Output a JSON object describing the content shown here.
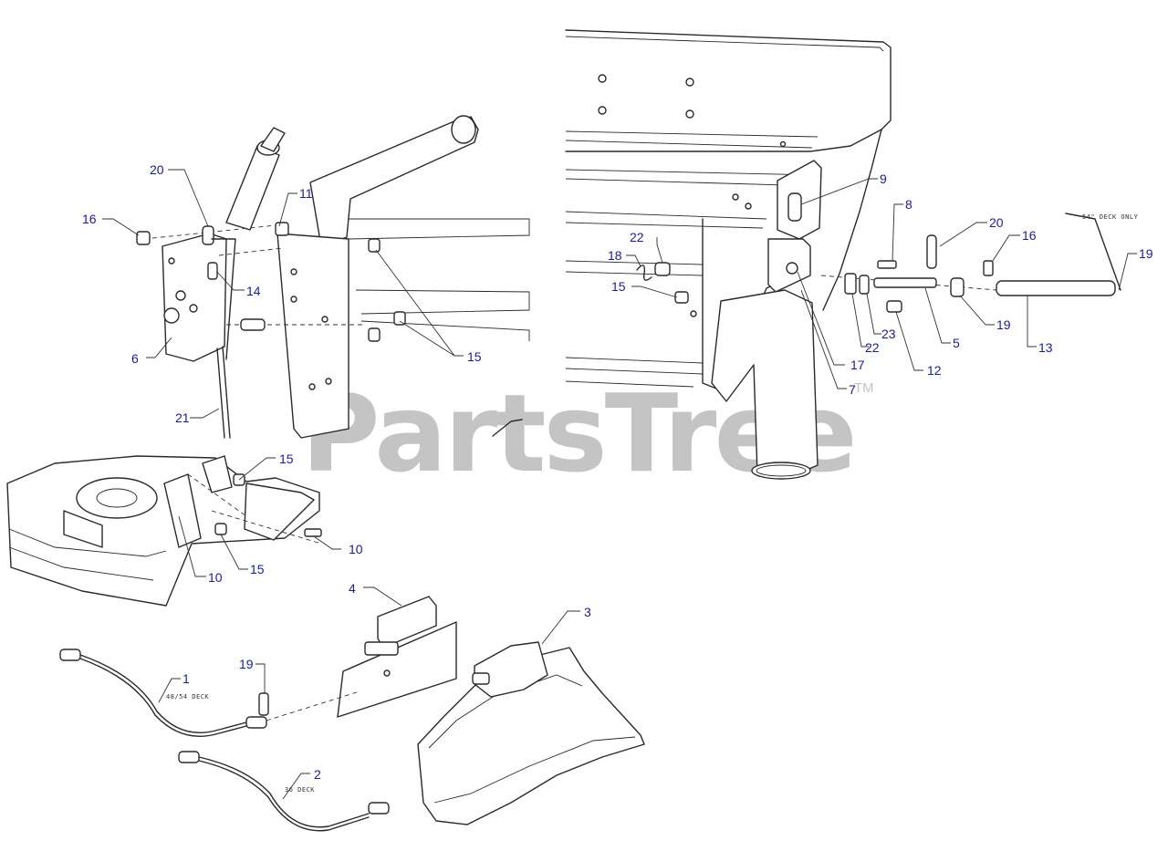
{
  "watermark": {
    "text": "PartsTree",
    "trademark": "TM"
  },
  "notes": {
    "deck_48_54": "48/54 DECK",
    "deck_36": "36 DECK",
    "deck_only": "54\" DECK ONLY"
  },
  "callouts": [
    {
      "id": "20a",
      "label": "20"
    },
    {
      "id": "11",
      "label": "11"
    },
    {
      "id": "16a",
      "label": "16"
    },
    {
      "id": "14",
      "label": "14"
    },
    {
      "id": "6",
      "label": "6"
    },
    {
      "id": "15a",
      "label": "15"
    },
    {
      "id": "21",
      "label": "21"
    },
    {
      "id": "15b",
      "label": "15"
    },
    {
      "id": "10a",
      "label": "10"
    },
    {
      "id": "10b",
      "label": "10"
    },
    {
      "id": "15c",
      "label": "15"
    },
    {
      "id": "4",
      "label": "4"
    },
    {
      "id": "3",
      "label": "3"
    },
    {
      "id": "19a",
      "label": "19"
    },
    {
      "id": "1",
      "label": "1"
    },
    {
      "id": "2",
      "label": "2"
    },
    {
      "id": "9",
      "label": "9"
    },
    {
      "id": "8",
      "label": "8"
    },
    {
      "id": "20b",
      "label": "20"
    },
    {
      "id": "16b",
      "label": "16"
    },
    {
      "id": "19b",
      "label": "19"
    },
    {
      "id": "22a",
      "label": "22"
    },
    {
      "id": "18",
      "label": "18"
    },
    {
      "id": "15d",
      "label": "15"
    },
    {
      "id": "22b",
      "label": "22"
    },
    {
      "id": "23",
      "label": "23"
    },
    {
      "id": "5",
      "label": "5"
    },
    {
      "id": "19c",
      "label": "19"
    },
    {
      "id": "13",
      "label": "13"
    },
    {
      "id": "17",
      "label": "17"
    },
    {
      "id": "7",
      "label": "7"
    },
    {
      "id": "12",
      "label": "12"
    }
  ]
}
